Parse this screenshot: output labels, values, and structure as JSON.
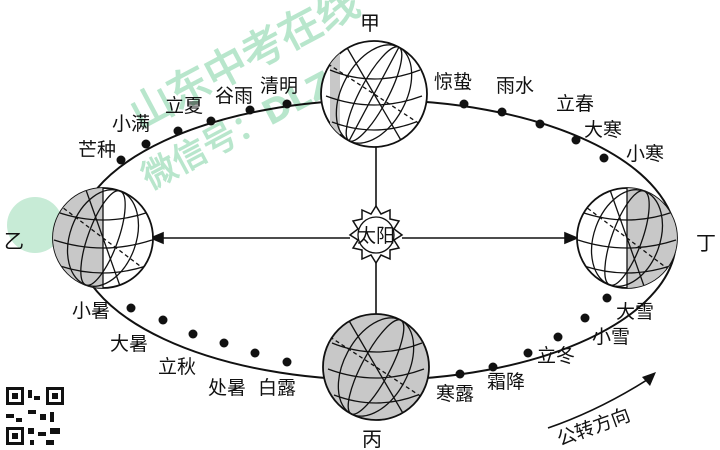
{
  "positions": {
    "top": "甲",
    "left": "乙",
    "bottom": "丙",
    "right": "丁"
  },
  "sun_label": "太阳",
  "direction_label": "公转方向",
  "solar_terms": {
    "spring_equinox": "清明",
    "grain_rain": "谷雨",
    "start_summer": "立夏",
    "grain_full": "小满",
    "grain_in_ear": "芒种",
    "minor_heat": "小暑",
    "major_heat": "大暑",
    "start_autumn": "立秋",
    "end_heat": "处暑",
    "white_dew": "白露",
    "cold_dew": "寒露",
    "frost": "霜降",
    "start_winter": "立冬",
    "minor_snow": "小雪",
    "major_snow": "大雪",
    "minor_cold": "小寒",
    "major_cold": "大寒",
    "start_spring": "立春",
    "rain_water": "雨水",
    "insects_awaken": "惊蛰"
  },
  "watermark": {
    "line1": "山东中考在线",
    "line2": "微信号：DLZK9"
  },
  "colors": {
    "shade": "#c8c8c8",
    "line": "#111111",
    "watermark": "#7fd3a3"
  }
}
